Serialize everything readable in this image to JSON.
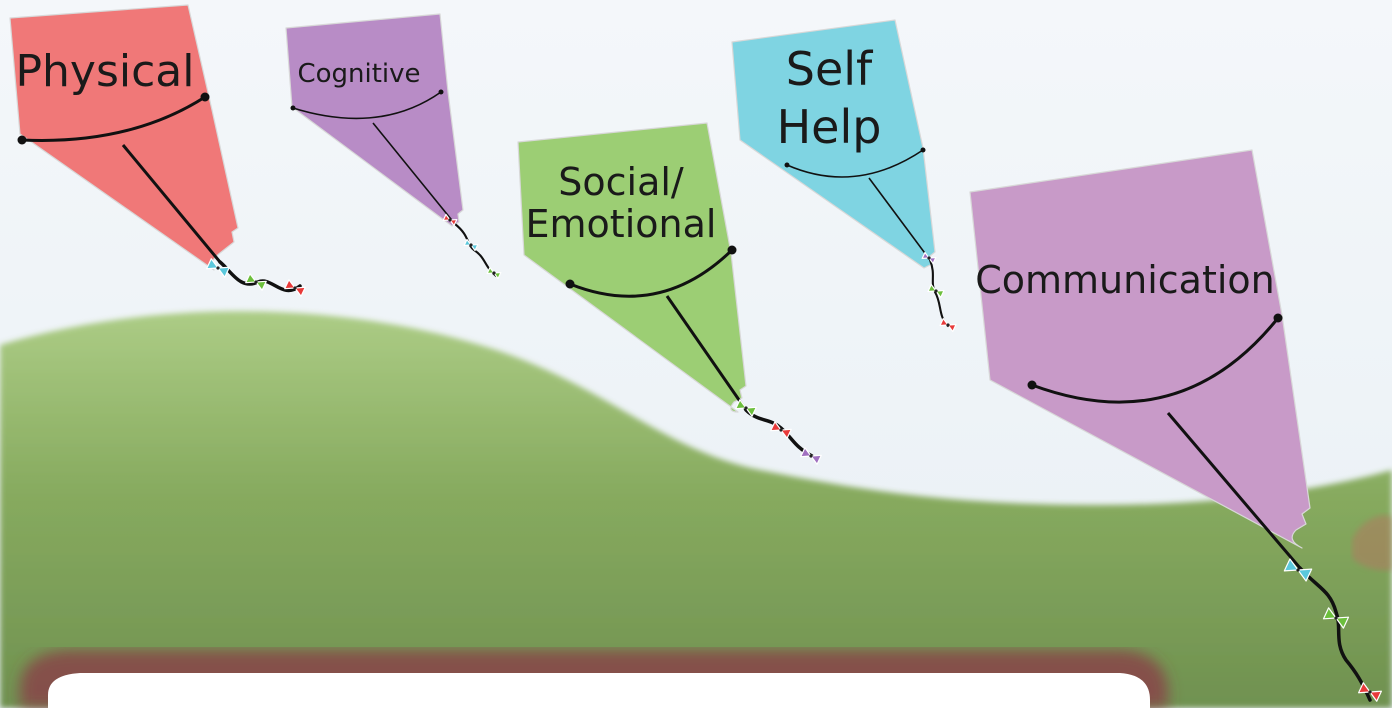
{
  "kites": [
    {
      "id": "physical",
      "label_lines": [
        "Physical"
      ],
      "color": "#f07878",
      "bows": [
        "#5bc8dc",
        "#6cbf3c",
        "#e83a3a"
      ]
    },
    {
      "id": "cognitive",
      "label_lines": [
        "Cognitive"
      ],
      "color": "#b88cc6",
      "bows": [
        "#e83a3a",
        "#5bc8dc",
        "#6cbf3c"
      ]
    },
    {
      "id": "social-emotional",
      "label_lines": [
        "Social/",
        "Emotional"
      ],
      "color": "#9cce74",
      "bows": [
        "#6cbf3c",
        "#e83a3a",
        "#a070c0"
      ]
    },
    {
      "id": "self-help",
      "label_lines": [
        "Self",
        "Help"
      ],
      "color": "#7fd4e2",
      "bows": [
        "#a070c0",
        "#6cbf3c",
        "#e83a3a"
      ]
    },
    {
      "id": "communication",
      "label_lines": [
        "Communication"
      ],
      "color": "#c89ac8",
      "bows": [
        "#5bc8dc",
        "#6cbf3c",
        "#e83a3a"
      ]
    }
  ],
  "colors": {
    "sky": "#eef3f7",
    "hill": "#6f9a3a",
    "sign_frame": "#8a4048",
    "sign_fill": "#ffffff"
  }
}
